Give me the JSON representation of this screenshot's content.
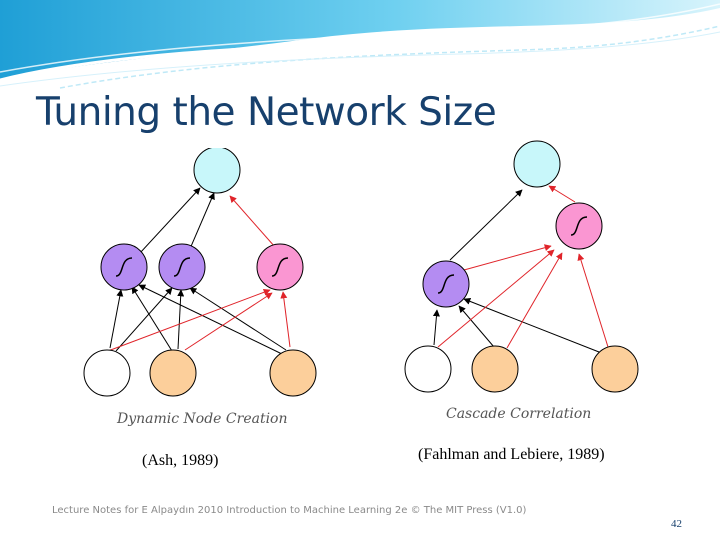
{
  "slide": {
    "title": "Tuning the Network Size",
    "footer": "Lecture Notes for E Alpaydın 2010 Introduction to Machine Learning 2e © The MIT Press (V1.0)",
    "page_number": "42"
  },
  "figures": [
    {
      "caption": "Dynamic Node Creation",
      "citation": "(Ash, 1989)",
      "node_colors": {
        "output": "#c8f7fa",
        "hidden": "#b48cf2",
        "new_hidden": "#fa96d2",
        "input_bias": "#ffffff",
        "input": "#fccf9b"
      },
      "edge_colors": {
        "existing": "#000000",
        "new": "#e0242a"
      }
    },
    {
      "caption": "Cascade Correlation",
      "citation": "(Fahlman and Lebiere, 1989)",
      "node_colors": {
        "output": "#c8f7fa",
        "hidden": "#b48cf2",
        "new_hidden": "#fa96d2",
        "input_bias": "#ffffff",
        "input": "#fccf9b"
      },
      "edge_colors": {
        "existing": "#000000",
        "new": "#e0242a"
      }
    }
  ],
  "theme": {
    "title_color": "#17406d",
    "banner_color": "#3fb6e0"
  }
}
